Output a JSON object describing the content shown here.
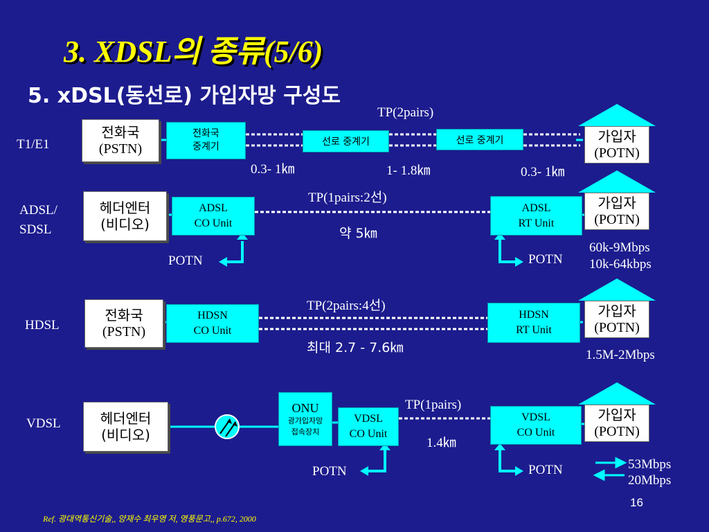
{
  "title": "3. XDSL의 종류(5/6)",
  "subtitle": "5.  xDSL(동선로) 가입자망 구성도",
  "rows": {
    "t1e1": {
      "label": "T1/E1",
      "office": [
        "전화국",
        "(PSTN)"
      ],
      "office_repeater": [
        "전화국",
        "중계기"
      ],
      "line_repeater": "선로 중계기",
      "tp": "TP(2pairs)",
      "dist1": "0.3- 1㎞",
      "dist2": "1- 1.8㎞",
      "dist3": "0.3- 1㎞",
      "subscriber": [
        "가입자",
        "(POTN)"
      ]
    },
    "adsl": {
      "label": [
        "ADSL/",
        "SDSL"
      ],
      "headend": [
        "헤더엔터",
        "(비디오)"
      ],
      "co_unit": [
        "ADSL",
        "CO Unit"
      ],
      "rt_unit": [
        "ADSL",
        "RT Unit"
      ],
      "tp": "TP(1pairs:2선)",
      "dist": "약 5㎞",
      "potn_left": "POTN",
      "potn_right": "POTN",
      "subscriber": [
        "가입자",
        "(POTN)"
      ],
      "speed": [
        "60k-9Mbps",
        "10k-64kbps"
      ]
    },
    "hdsl": {
      "label": "HDSL",
      "office": [
        "전화국",
        "(PSTN)"
      ],
      "co_unit": [
        "HDSN",
        "CO Unit"
      ],
      "rt_unit": [
        "HDSN",
        "RT Unit"
      ],
      "tp": "TP(2pairs:4선)",
      "dist": "최대 2.7 - 7.6㎞",
      "subscriber": [
        "가입자",
        "(POTN)"
      ],
      "speed": "1.5M-2Mbps"
    },
    "vdsl": {
      "label": "VDSL",
      "headend": [
        "헤더엔터",
        "(비디오)"
      ],
      "onu": [
        "ONU",
        "광가입자망",
        "접속장치"
      ],
      "co_unit_left": [
        "VDSL",
        "CO Unit"
      ],
      "co_unit_right": [
        "VDSL",
        "CO Unit"
      ],
      "tp": "TP(1pairs)",
      "dist": "1.4㎞",
      "potn_left": "POTN",
      "potn_right": "POTN",
      "subscriber": [
        "가입자",
        "(POTN)"
      ],
      "speed": [
        "53Mbps",
        "20Mbps"
      ]
    }
  },
  "reference": "Ref. 광대역통신기술,, 양재수 최우영 저, 영풍문고,, p.672, 2000",
  "page_number": "16",
  "colors": {
    "background": "#1c1c8e",
    "title": "#ffff00",
    "unit": "#00ffff",
    "line": "#ffffff"
  }
}
